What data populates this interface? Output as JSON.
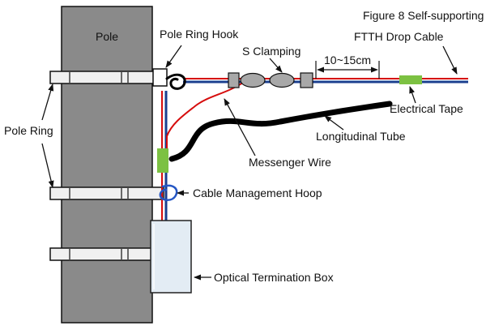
{
  "diagram": {
    "labels": {
      "pole": "Pole",
      "pole_ring": "Pole Ring",
      "pole_ring_hook": "Pole Ring Hook",
      "s_clamping": "S Clamping",
      "dimension": "10~15cm",
      "figure8_line1": "Figure 8 Self-supporting",
      "figure8_line2": "FTTH Drop Cable",
      "electrical_tape": "Electrical Tape",
      "longitudinal_tube": "Longitudinal Tube",
      "messenger_wire": "Messenger Wire",
      "cable_management_hoop": "Cable Management Hoop",
      "optical_termination_box": "Optical Termination Box"
    },
    "colors": {
      "pole_gray": "#8a8a8a",
      "ring_fill": "#f0f0f0",
      "cable_blue": "#1b3f8f",
      "messenger_red": "#d60d0d",
      "tape_green": "#7cc142",
      "tube_black": "#000000",
      "clamp_gray": "#a8a8a8",
      "box_fill": "#e3ecf4",
      "hoop_blue": "#2456c4"
    }
  }
}
